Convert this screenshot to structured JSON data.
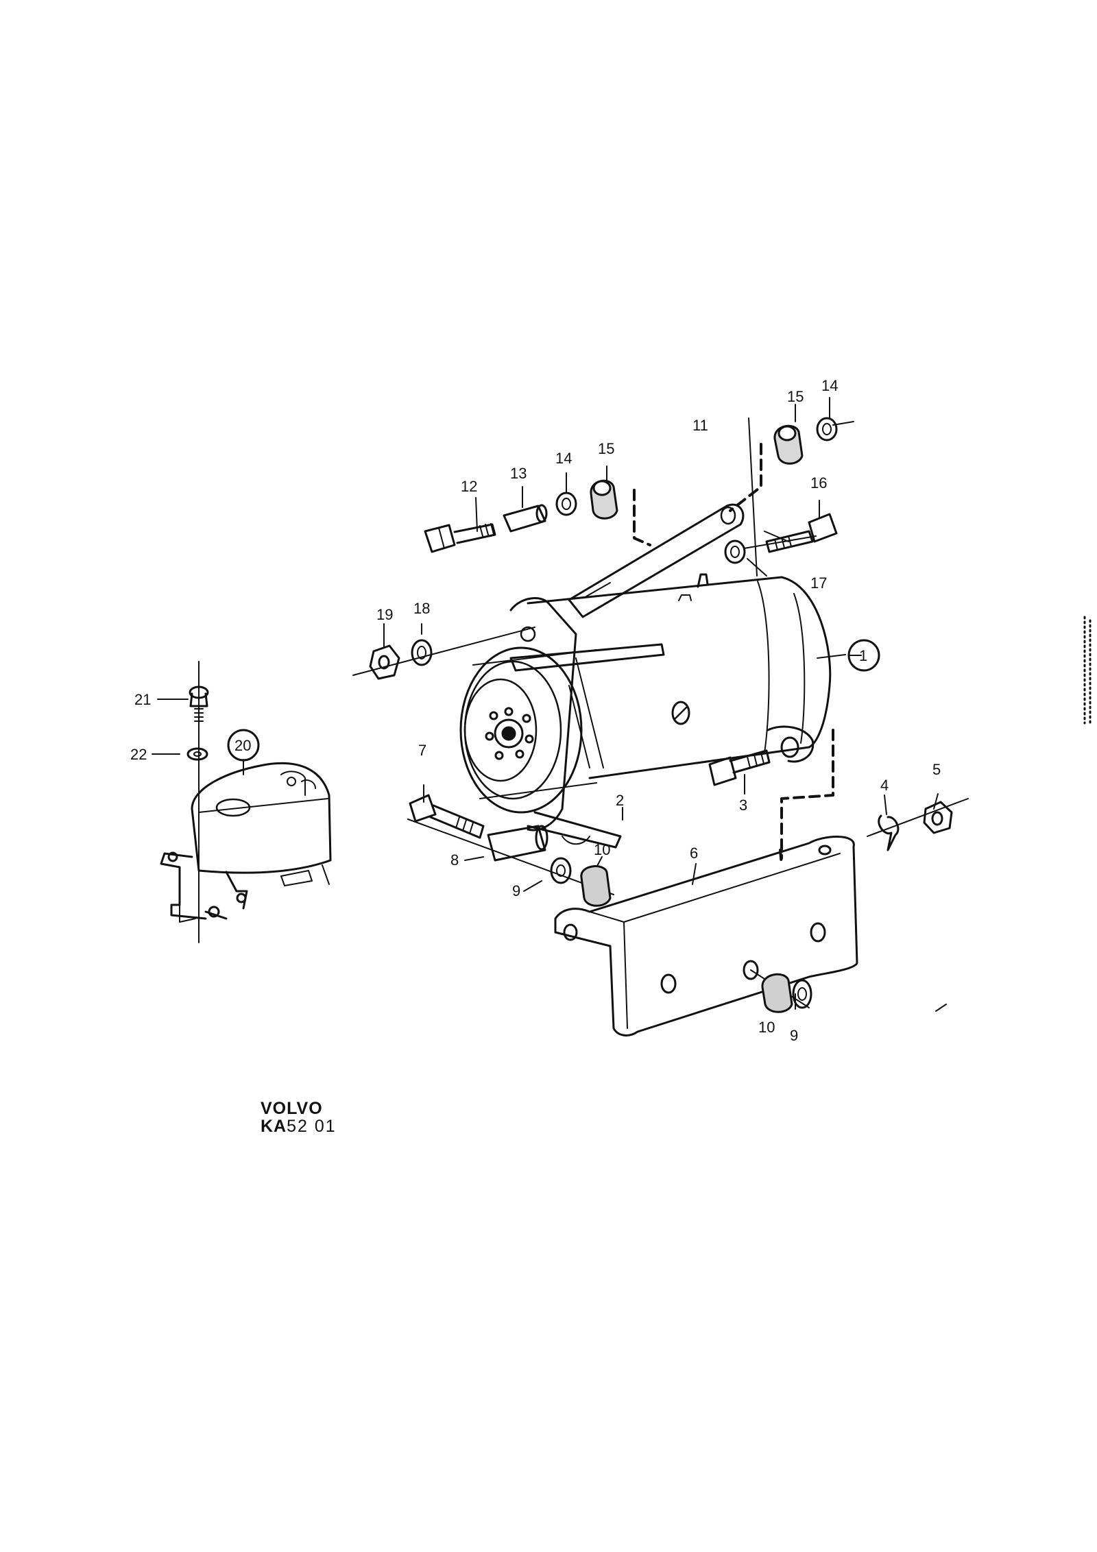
{
  "diagram": {
    "labels": {
      "p1": "1",
      "p2": "2",
      "p3": "3",
      "p4": "4",
      "p5": "5",
      "p6": "6",
      "p7": "7",
      "p8": "8",
      "p9a": "9",
      "p9b": "9",
      "p10a": "10",
      "p10b": "10",
      "p11": "11",
      "p12": "12",
      "p13": "13",
      "p14a": "14",
      "p14b": "14",
      "p15a": "15",
      "p15b": "15",
      "p16": "16",
      "p17": "17",
      "p18": "18",
      "p19": "19",
      "p20": "20",
      "p21": "21",
      "p22": "22"
    }
  },
  "branding": {
    "maker": "VOLVO",
    "code_prefix": "KA",
    "code_number": "52 01"
  }
}
